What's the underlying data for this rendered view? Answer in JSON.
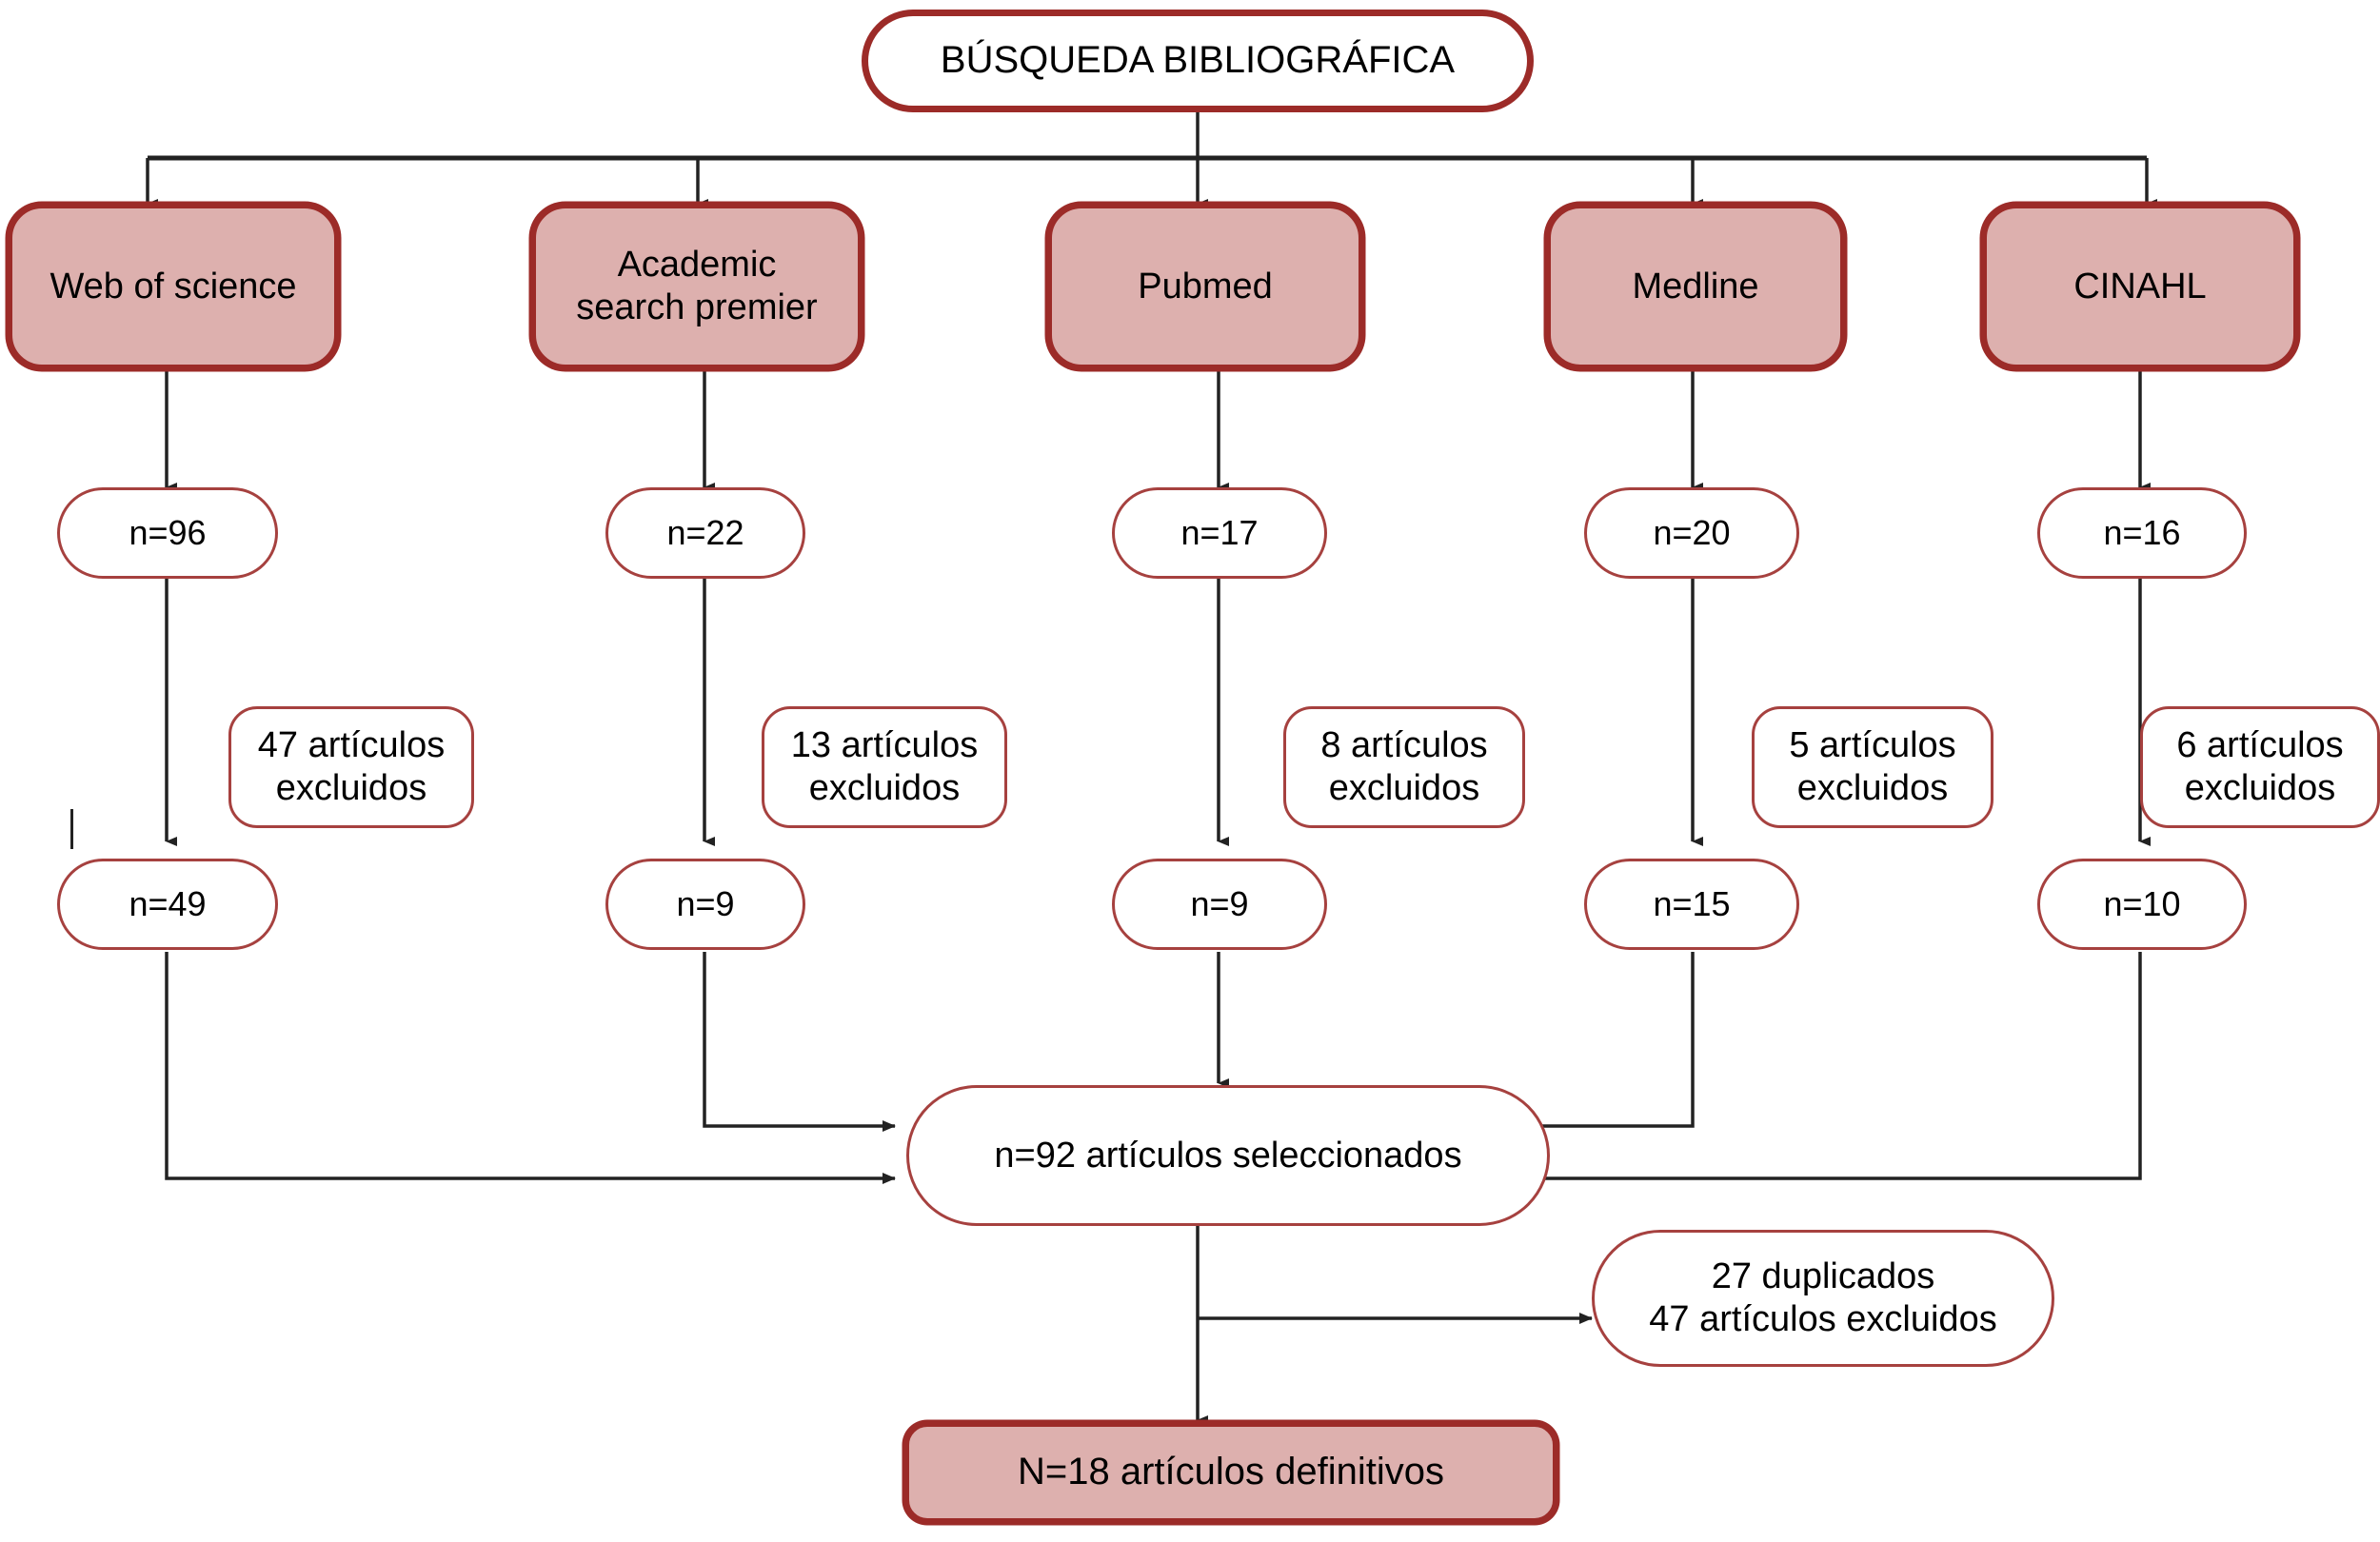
{
  "diagram": {
    "title_node": {
      "label": "BÚSQUEDA BIBLIOGRÁFICA"
    },
    "databases": [
      {
        "label": "Web of science"
      },
      {
        "label": "Academic\nsearch premier"
      },
      {
        "label": "Pubmed"
      },
      {
        "label": "Medline"
      },
      {
        "label": "CINAHL"
      }
    ],
    "initial_counts": [
      {
        "label": "n=96"
      },
      {
        "label": "n=22"
      },
      {
        "label": "n=17"
      },
      {
        "label": "n=20"
      },
      {
        "label": "n=16"
      }
    ],
    "exclusions": [
      {
        "label": "47 artículos\nexcluidos"
      },
      {
        "label": "13 artículos\nexcluidos"
      },
      {
        "label": "8 artículos\nexcluidos"
      },
      {
        "label": "5 artículos\nexcluidos"
      },
      {
        "label": "6 artículos\nexcluidos"
      }
    ],
    "retained_counts": [
      {
        "label": "n=49"
      },
      {
        "label": "n=9"
      },
      {
        "label": "n=9"
      },
      {
        "label": "n=15"
      },
      {
        "label": "n=10"
      }
    ],
    "selected_node": {
      "label": "n=92 artículos seleccionados"
    },
    "duplicates_node": {
      "label": "27 duplicados\n47 artículos excluidos"
    },
    "final_node": {
      "label": "N=18 artículos definitivos"
    },
    "colors": {
      "node_fill_pink": "#ddb0ae",
      "node_border_dark_red": "#9c2b28",
      "node_border_light_red": "#a6413f",
      "edge_color": "#222222",
      "text_color": "#000000",
      "background": "#ffffff"
    }
  }
}
